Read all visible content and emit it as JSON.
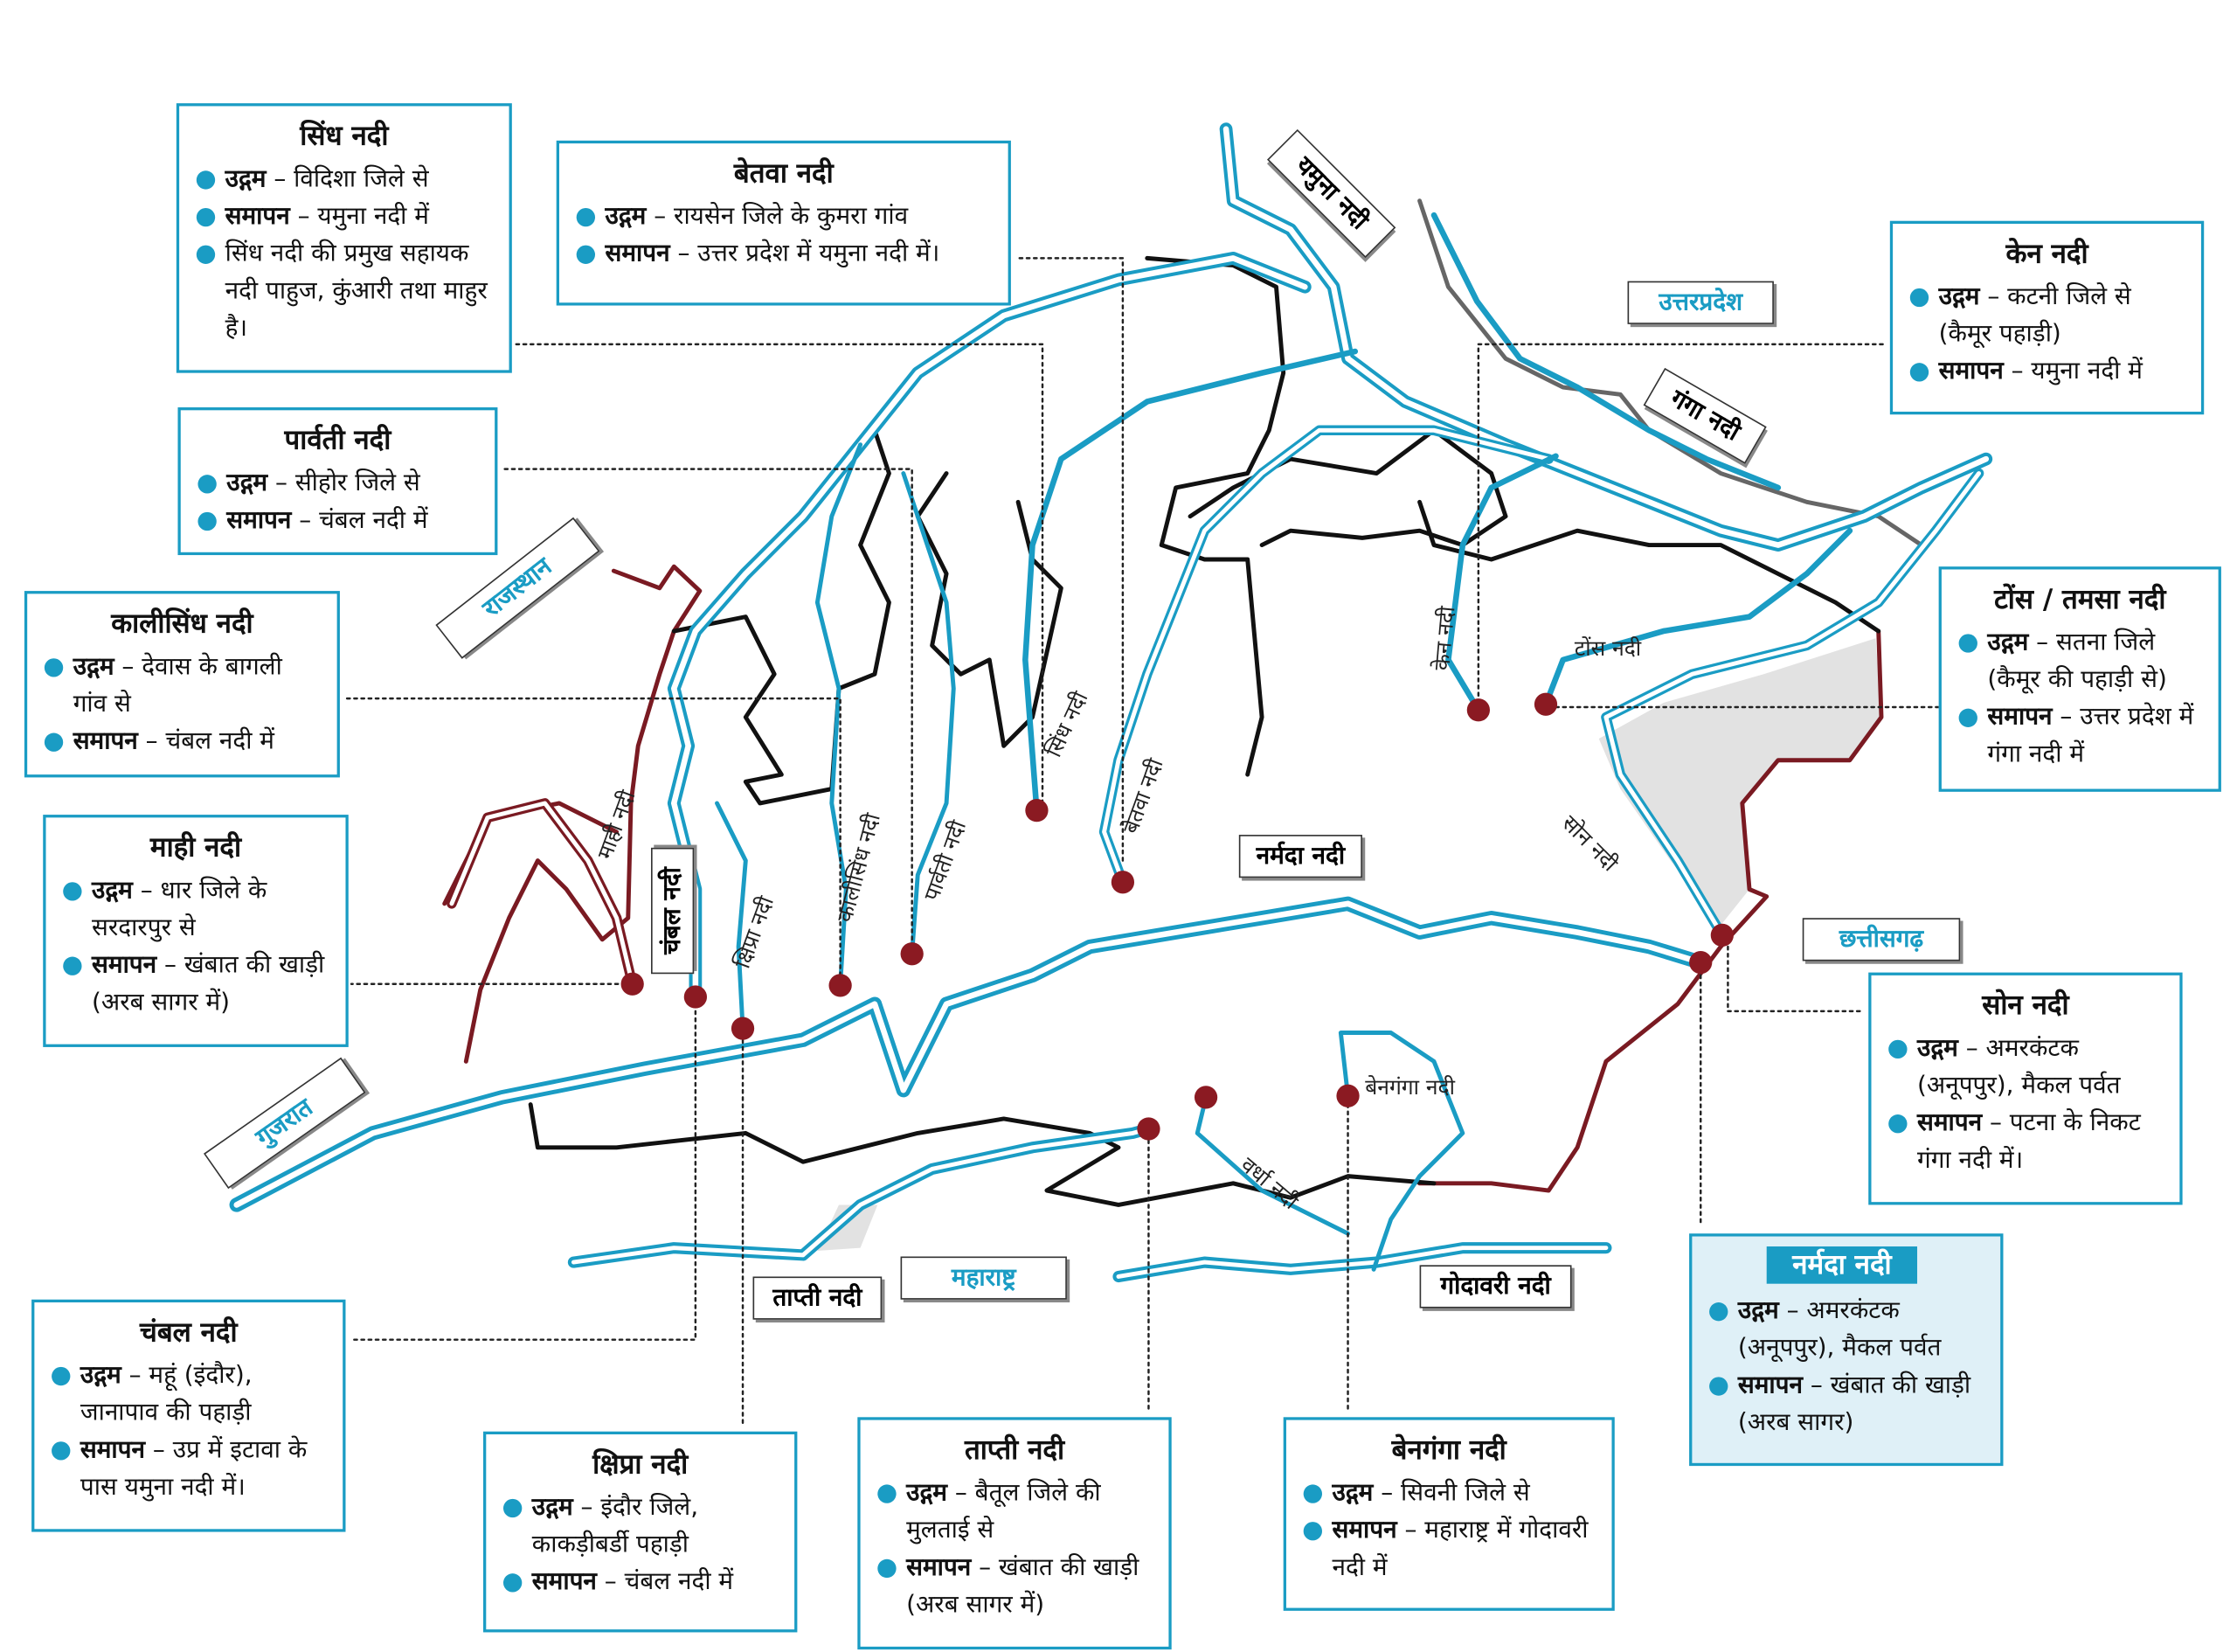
{
  "colors": {
    "river": "#1a9cc4",
    "border_mp": "#111111",
    "border_other": "#7a1a22",
    "dot": "#8b1a22",
    "shade": "#e2e2e2",
    "box_fill": "#dff0f7"
  },
  "labels": {
    "origin": "उद्गम",
    "end": "समापन"
  },
  "boxes": {
    "sindh": {
      "title": "सिंध नदी",
      "origin": "विदिशा जिले से",
      "end": "यमुना नदी में",
      "note": "सिंध नदी की प्रमुख सहायक नदी पाहुज, कुंआरी तथा माहुर है।"
    },
    "betwa": {
      "title": "बेतवा नदी",
      "origin": "रायसेन जिले के कुमरा गांव",
      "end": "उत्तर प्रदेश में यमुना नदी में।"
    },
    "parvati": {
      "title": "पार्वती नदी",
      "origin": "सीहोर जिले से",
      "end": "चंबल नदी में"
    },
    "kalisindh": {
      "title": "कालीसिंध नदी",
      "origin": "देवास के बागली गांव से",
      "end": "चंबल नदी में"
    },
    "mahi": {
      "title": "माही नदी",
      "origin": "धार जिले के सरदारपुर से",
      "end": "खंबात की खाड़ी (अरब सागर में)"
    },
    "chambal": {
      "title": "चंबल नदी",
      "origin": "महूं (इंदौर), जानापाव की पहाड़ी",
      "end": "उप्र में इटावा के पास यमुना नदी में।"
    },
    "kshipra": {
      "title": "क्षिप्रा नदी",
      "origin": "इंदौर जिले, काकड़ीबर्डी पहाड़ी",
      "end": "चंबल नदी में"
    },
    "tapti": {
      "title": "ताप्ती नदी",
      "origin": "बैतूल जिले की मुलताई से",
      "end": "खंबात की खाड़ी (अरब सागर में)"
    },
    "wainganga": {
      "title": "बेनगंगा नदी",
      "origin": "सिवनी जिले से",
      "end": "महाराष्ट्र में गोदावरी नदी में"
    },
    "narmada": {
      "title": "नर्मदा नदी",
      "origin": "अमरकंटक (अनूपपुर), मैकल पर्वत",
      "end": "खंबात की खाड़ी (अरब सागर)"
    },
    "son": {
      "title": "सोन नदी",
      "origin": "अमरकंटक (अनूपपुर), मैकल पर्वत",
      "end": "पटना के निकट गंगा नदी में।"
    },
    "tons": {
      "title": "टोंस / तमसा नदी",
      "origin": "सतना जिले (कैमूर की पहाड़ी से)",
      "end": "उत्तर प्रदेश में गंगा नदी में"
    },
    "ken": {
      "title": "केन नदी",
      "origin": "कटनी जिले से (कैमूर पहाड़ी)",
      "end": "यमुना नदी में"
    }
  },
  "states": {
    "rajasthan": "राजस्थान",
    "gujarat": "गुजरात",
    "uttarpradesh": "उत्तरप्रदेश",
    "chhattisgarh": "छत्तीसगढ़",
    "maharashtra": "महाराष्ट्र"
  },
  "river_tags": {
    "yamuna": "यमुना नदी",
    "ganga": "गंगा नदी",
    "narmada": "नर्मदा नदी",
    "tapti": "ताप्ती नदी",
    "godavari": "गोदावरी नदी",
    "chambal": "चंबल नदी"
  },
  "river_labels": {
    "mahi": "माही नदी",
    "kshipra": "क्षिप्रा नदी",
    "kalisindh": "कालीसिंध नदी",
    "parvati": "पार्वती नदी",
    "sindh": "सिंध नदी",
    "betwa": "बेतवा नदी",
    "ken": "केन नदी",
    "tons": "टोंस नदी",
    "son": "सोन नदी",
    "wainganga": "बेनगंगा नदी",
    "wardha": "वर्धा नदी"
  }
}
